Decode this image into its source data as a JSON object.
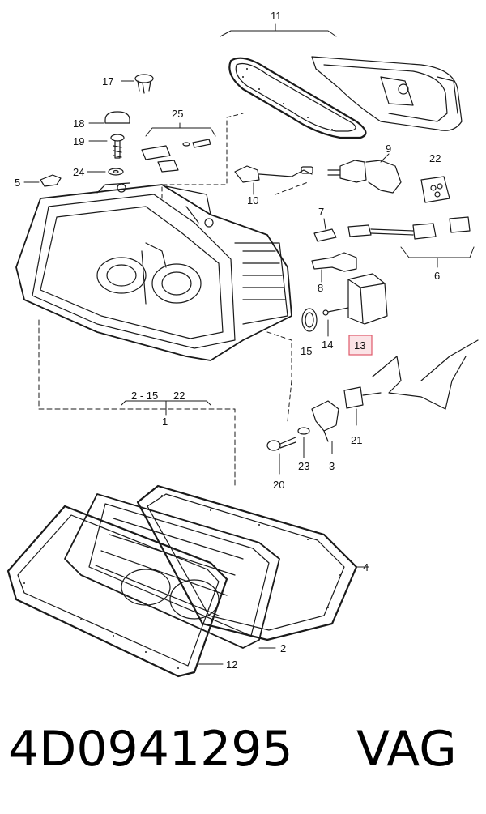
{
  "callouts": {
    "c1": "1",
    "c2": "2",
    "c2_15": "2 - 15",
    "c22a": "22",
    "c3": "3",
    "c4": "4",
    "c5": "5",
    "c6": "6",
    "c7": "7",
    "c8": "8",
    "c9": "9",
    "c10": "10",
    "c11": "11",
    "c12": "12",
    "c13": "13",
    "c14": "14",
    "c15": "15",
    "c17": "17",
    "c18": "18",
    "c19": "19",
    "c20": "20",
    "c21": "21",
    "c22b": "22",
    "c23": "23",
    "c24": "24",
    "c25": "25"
  },
  "caption": {
    "part_number": "4D0941295",
    "brand": "VAG"
  },
  "colors": {
    "line": "#1a1a1a",
    "highlight_border": "#e05a6a",
    "highlight_fill": "#fbe3e6"
  }
}
